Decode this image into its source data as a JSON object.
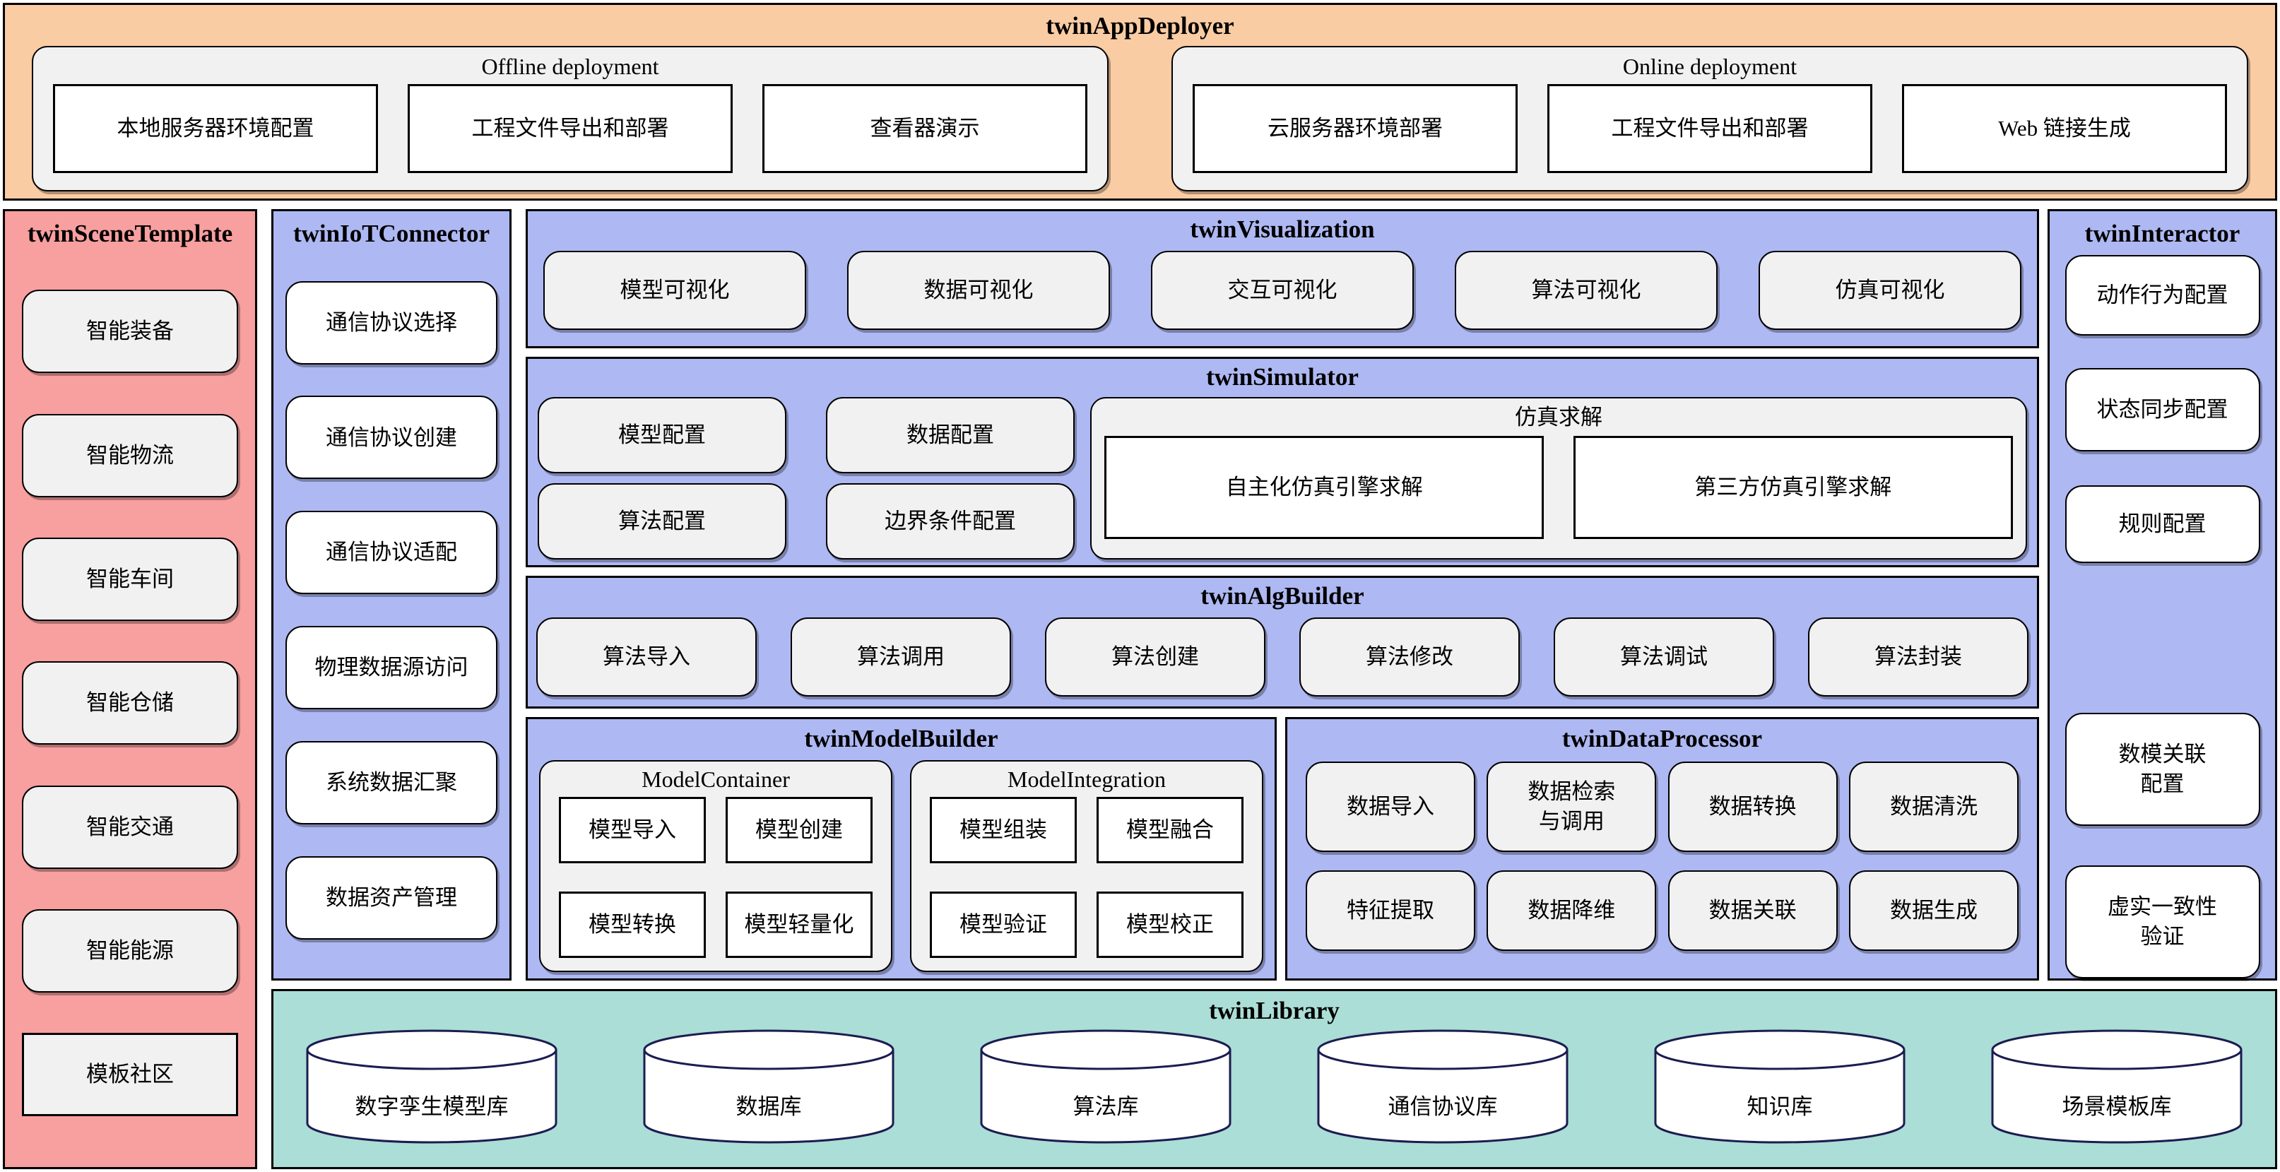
{
  "app_deployer": {
    "title": "twinAppDeployer",
    "offline": {
      "title": "Offline deployment",
      "items": [
        "本地服务器环境配置",
        "工程文件导出和部署",
        "查看器演示"
      ]
    },
    "online": {
      "title": "Online deployment",
      "items": [
        "云服务器环境部署",
        "工程文件导出和部署",
        "Web 链接生成"
      ]
    }
  },
  "scene_template": {
    "title": "twinSceneTemplate",
    "items": [
      "智能装备",
      "智能物流",
      "智能车间",
      "智能仓储",
      "智能交通",
      "智能能源",
      "模板社区"
    ]
  },
  "iot_connector": {
    "title": "twinIoTConnector",
    "items": [
      "通信协议选择",
      "通信协议创建",
      "通信协议适配",
      "物理数据源访问",
      "系统数据汇聚",
      "数据资产管理"
    ]
  },
  "visualization": {
    "title": "twinVisualization",
    "items": [
      "模型可视化",
      "数据可视化",
      "交互可视化",
      "算法可视化",
      "仿真可视化"
    ]
  },
  "simulator": {
    "title": "twinSimulator",
    "config_items": [
      "模型配置",
      "数据配置",
      "算法配置",
      "边界条件配置"
    ],
    "solver": {
      "title": "仿真求解",
      "items": [
        "自主化仿真引擎求解",
        "第三方仿真引擎求解"
      ]
    }
  },
  "alg_builder": {
    "title": "twinAlgBuilder",
    "items": [
      "算法导入",
      "算法调用",
      "算法创建",
      "算法修改",
      "算法调试",
      "算法封装"
    ]
  },
  "model_builder": {
    "title": "twinModelBuilder",
    "container": {
      "title": "ModelContainer",
      "items": [
        "模型导入",
        "模型创建",
        "模型转换",
        "模型轻量化"
      ]
    },
    "integration": {
      "title": "ModelIntegration",
      "items": [
        "模型组装",
        "模型融合",
        "模型验证",
        "模型校正"
      ]
    }
  },
  "data_processor": {
    "title": "twinDataProcessor",
    "items": [
      "数据导入",
      "数据检索\n与调用",
      "数据转换",
      "数据清洗",
      "特征提取",
      "数据降维",
      "数据关联",
      "数据生成"
    ]
  },
  "interactor": {
    "title": "twinInteractor",
    "items": [
      "动作行为配置",
      "状态同步配置",
      "规则配置",
      "数模关联\n配置",
      "虚实一致性\n验证"
    ]
  },
  "library": {
    "title": "twinLibrary",
    "items": [
      "数字孪生模型库",
      "数据库",
      "算法库",
      "通信协议库",
      "知识库",
      "场景模板库"
    ]
  },
  "colors": {
    "deployer_bg": "#FACCA4",
    "scene_bg": "#F89F9F",
    "module_bg": "#AEB8F2",
    "library_bg": "#ABDED6",
    "box_gray": "#F1F1F1",
    "box_white": "#FFFFFF",
    "border": "#000000",
    "cylinder_stroke": "#1C1C50"
  }
}
